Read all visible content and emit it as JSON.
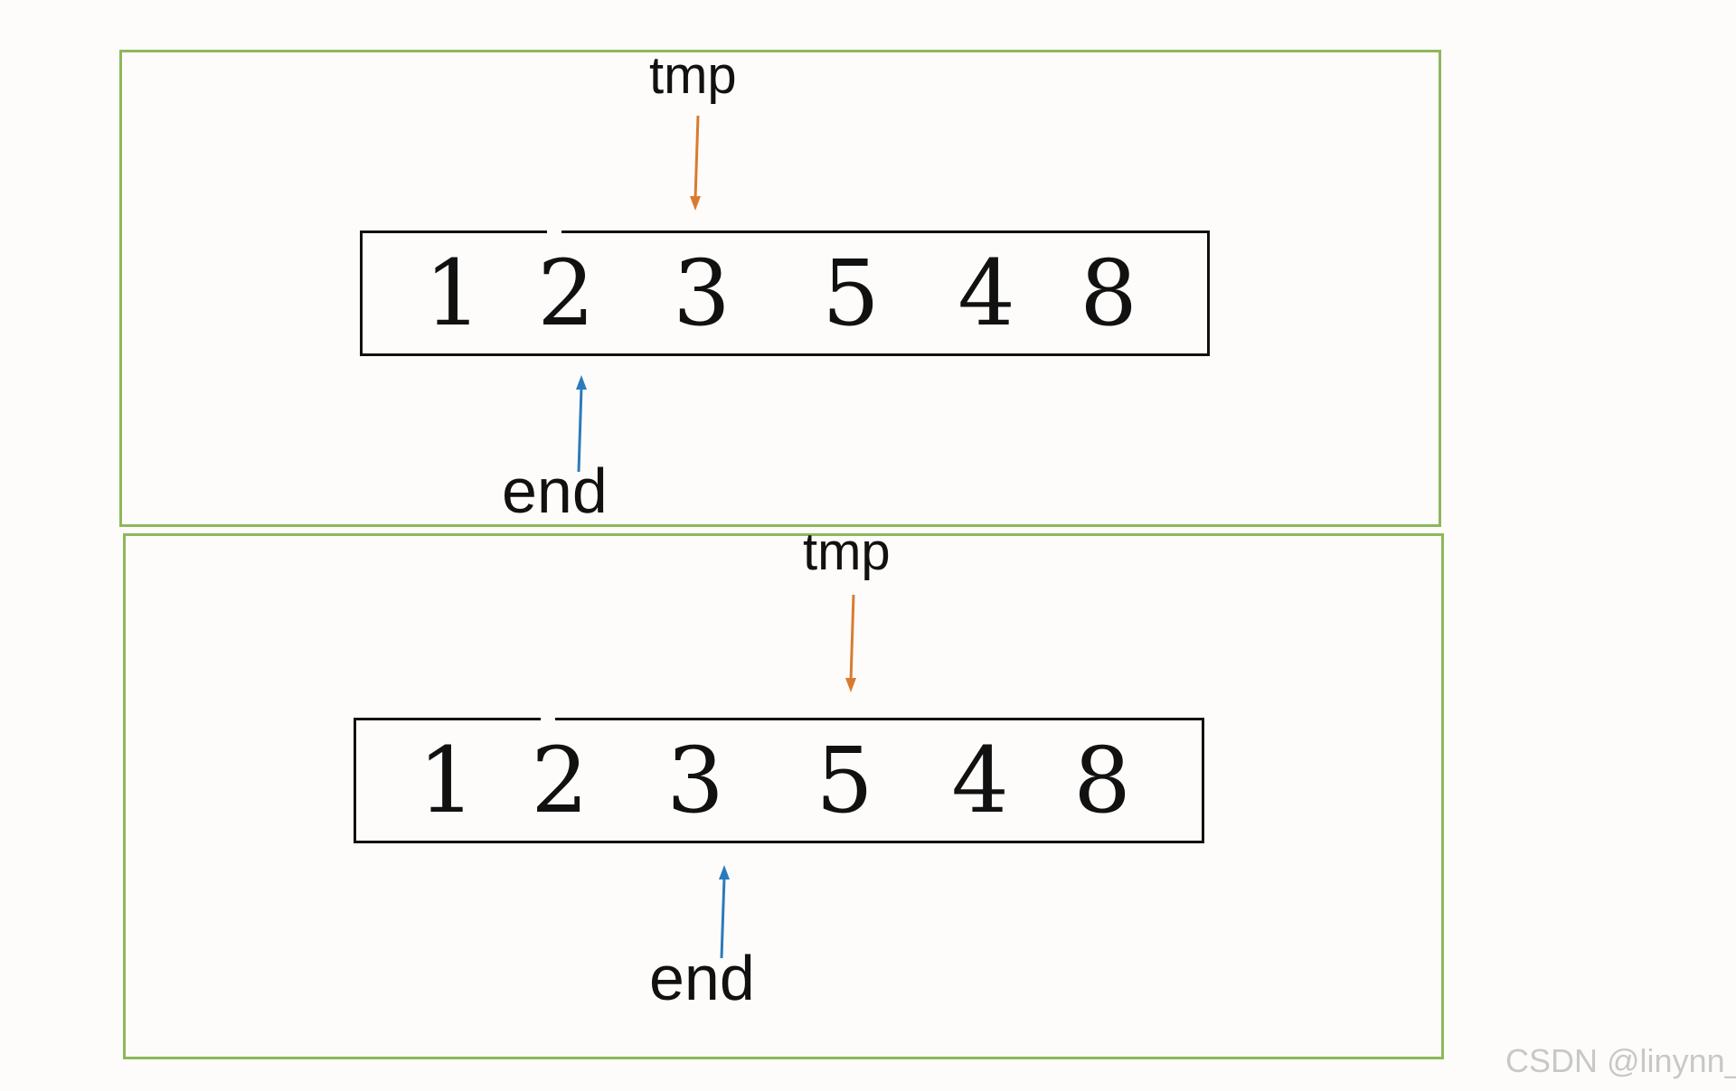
{
  "colors": {
    "panel_border": "#8db85a",
    "tmp_arrow": "#d97b2f",
    "end_arrow": "#2a7bbd",
    "ink": "#111111",
    "background": "#fdfcfa"
  },
  "panels": [
    {
      "tmp_label": "tmp",
      "end_label": "end",
      "array": [
        "1",
        "2",
        "3",
        "5",
        "4",
        "8"
      ],
      "tmp_points_to_index": 2,
      "end_points_to_index": 1
    },
    {
      "tmp_label": "tmp",
      "end_label": "end",
      "array": [
        "1",
        "2",
        "3",
        "5",
        "4",
        "8"
      ],
      "tmp_points_to_index": 3,
      "end_points_to_index": 2
    }
  ],
  "watermark": "CSDN @linynn_"
}
